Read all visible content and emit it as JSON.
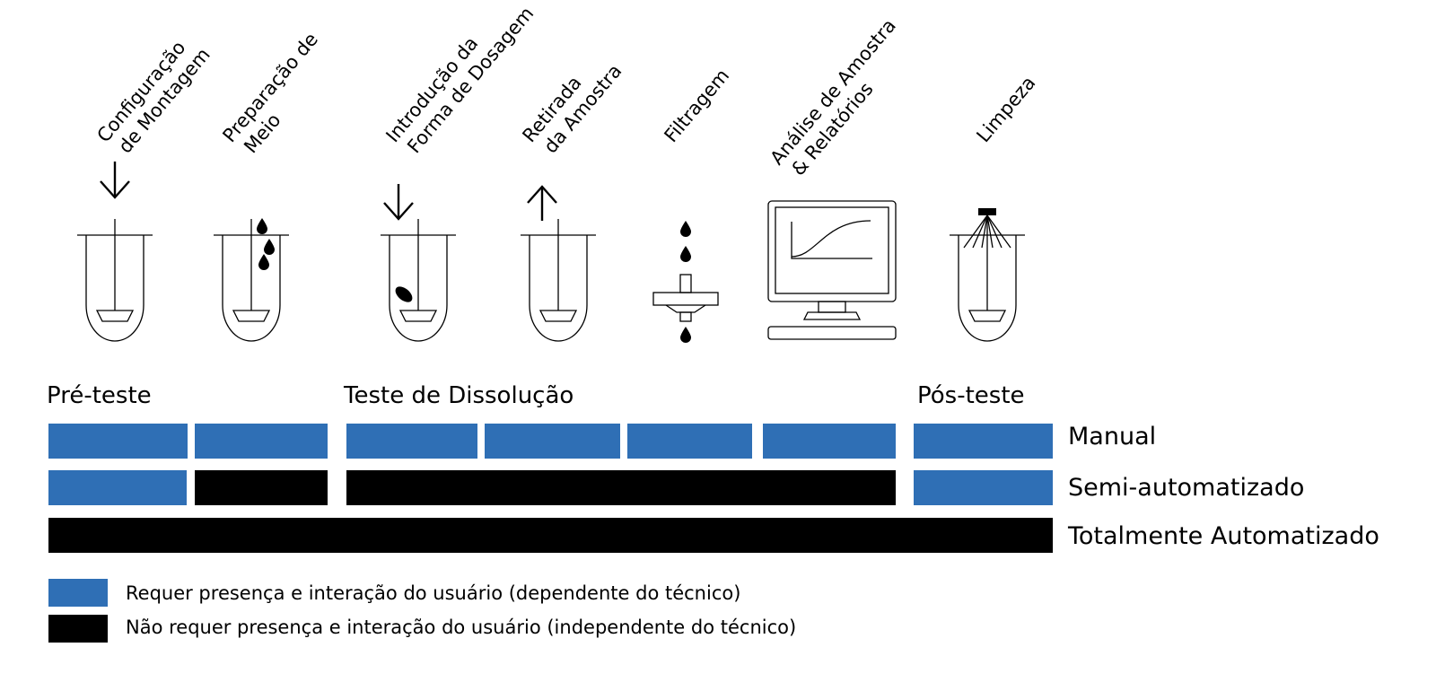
{
  "steps": [
    {
      "line1": "Configuração",
      "line2": "de Montagem"
    },
    {
      "line1": "Preparação de",
      "line2": "Meio"
    },
    {
      "line1": "Introdução da",
      "line2": "Forma de Dosagem"
    },
    {
      "line1": "Retirada",
      "line2": "da Amostra"
    },
    {
      "line1": "Filtragem",
      "line2": ""
    },
    {
      "line1": "Análise de Amostra",
      "line2": "& Relatórios"
    },
    {
      "line1": "Limpeza",
      "line2": ""
    }
  ],
  "phases": {
    "pre": "Pré-teste",
    "test": "Teste de Dissolução",
    "post": "Pós-teste"
  },
  "rows": {
    "manual": "Manual",
    "semi": "Semi-automatizado",
    "full": "Totalmente Automatizado"
  },
  "legend": {
    "blue": "Requer presença e interação do usuário (dependente do técnico)",
    "black": "Não requer presença e interação do usuário (independente do técnico)"
  },
  "colors": {
    "blue": "#2F6FB5",
    "black": "#000000"
  }
}
